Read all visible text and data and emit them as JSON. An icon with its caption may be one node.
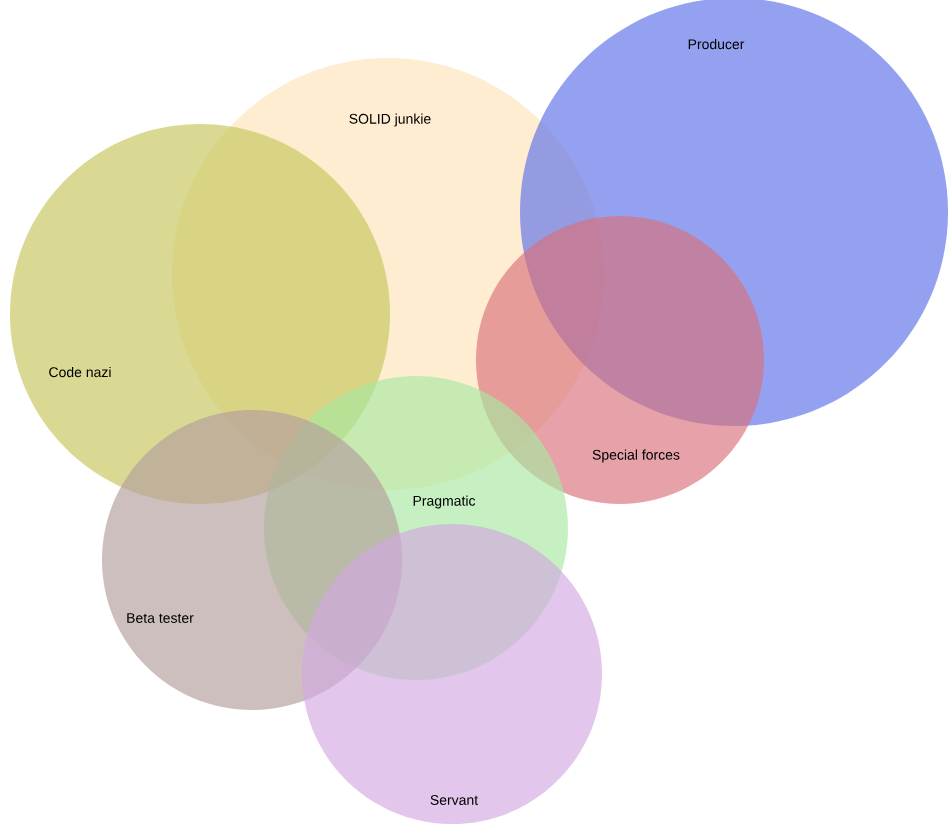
{
  "diagram": {
    "nodes": [
      {
        "text": [
          "SOLID junkie"
        ]
      },
      {
        "text": [
          "Producer"
        ]
      },
      {
        "text": [
          "Code nazi"
        ]
      },
      {
        "text": [
          "Special forces"
        ]
      },
      {
        "text": [
          "Pragmatic"
        ]
      },
      {
        "text": [
          "Beta tester"
        ]
      },
      {
        "text": [
          "Servant"
        ]
      }
    ]
  }
}
